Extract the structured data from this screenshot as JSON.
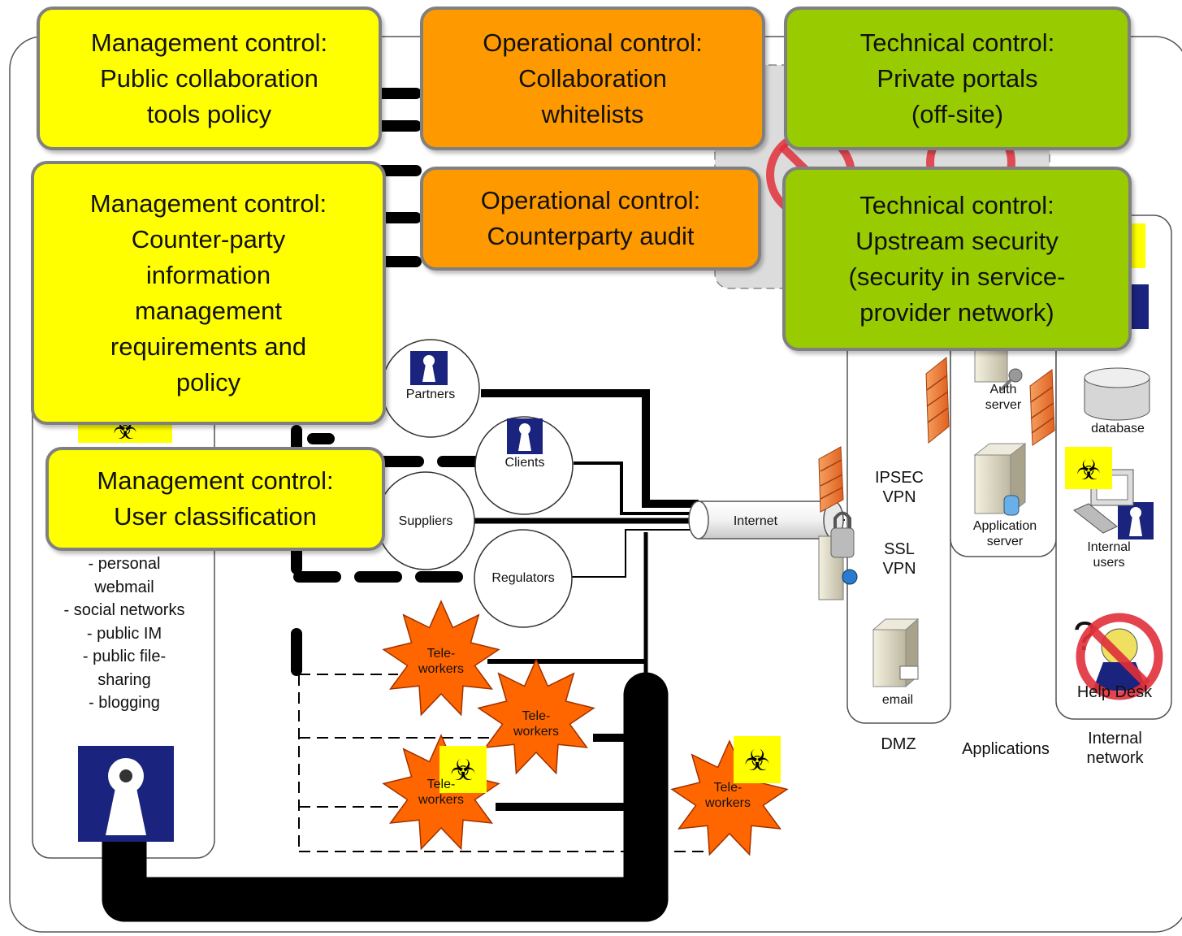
{
  "controls": {
    "mgmt_public_tools": "Management control:\nPublic collaboration\ntools policy",
    "op_whitelists": "Operational control:\nCollaboration\nwhitelists",
    "tech_private_portals": "Technical control:\nPrivate portals\n(off-site)",
    "mgmt_counterparty": "Management control:\nCounter-party\ninformation\nmanagement\nrequirements and\npolicy",
    "op_audit": "Operational control:\nCounterparty audit",
    "tech_upstream": "Technical control:\nUpstream security\n(security in service-\nprovider network)",
    "mgmt_user_class": "Management control:\nUser classification"
  },
  "external": {
    "partners": "Partners",
    "clients": "Clients",
    "suppliers": "Suppliers",
    "regulators": "Regulators",
    "teleworkers": "Tele-\nworkers"
  },
  "public_tools_list": "- personal\nwebmail\n- social networks\n- public IM\n- public file-\nsharing\n- blogging",
  "network": {
    "internet": "Internet",
    "ipsec": "IPSEC\nVPN",
    "ssl": "SSL\nVPN",
    "email": "email",
    "auth_server": "Auth\nserver",
    "app_server": "Application\nserver",
    "database": "database",
    "internal_users": "Internal\nusers",
    "help_desk": "Help Desk"
  },
  "zones": {
    "dmz": "DMZ",
    "applications": "Applications",
    "internal": "Internal\nnetwork"
  },
  "colors": {
    "management": "#ffff00",
    "operational": "#ff9900",
    "technical": "#99cc00",
    "teleworker": "#ff6600",
    "firewall": "#f08030"
  }
}
